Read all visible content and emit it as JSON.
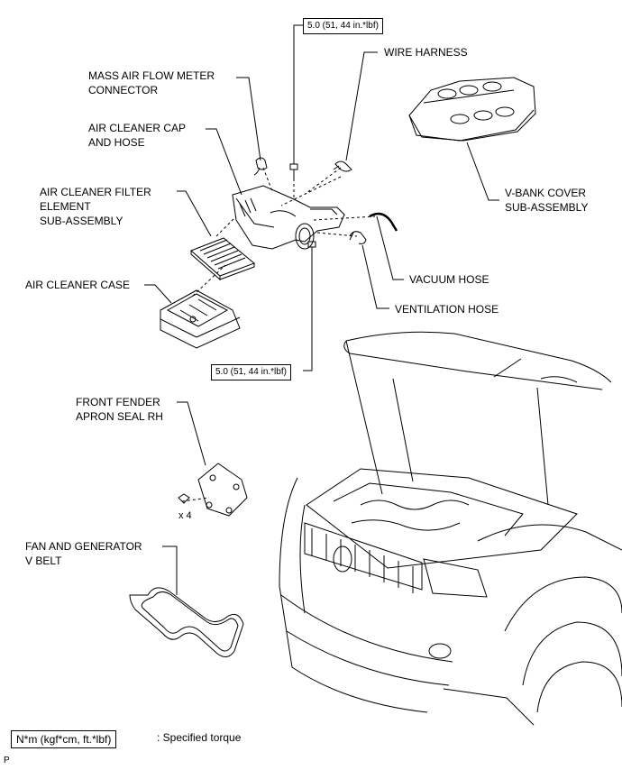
{
  "labels": {
    "mass_air_flow_meter_connector": [
      "MASS AIR FLOW METER",
      "CONNECTOR"
    ],
    "air_cleaner_cap_and_hose": [
      "AIR CLEANER CAP",
      "AND HOSE"
    ],
    "air_cleaner_filter_element": [
      "AIR CLEANER FILTER",
      "ELEMENT",
      "SUB-ASSEMBLY"
    ],
    "air_cleaner_case": "AIR CLEANER CASE",
    "wire_harness": "WIRE HARNESS",
    "v_bank_cover": [
      "V-BANK COVER",
      "SUB-ASSEMBLY"
    ],
    "vacuum_hose": "VACUUM HOSE",
    "ventilation_hose": "VENTILATION HOSE",
    "front_fender_apron_seal": [
      "FRONT FENDER",
      "APRON SEAL RH"
    ],
    "fan_and_generator_v_belt": [
      "FAN AND GENERATOR",
      "V BELT"
    ]
  },
  "torque": {
    "top": "5.0 (51, 44 in.*lbf)",
    "bottom": "5.0 (51, 44 in.*lbf)"
  },
  "quantity": "x 4",
  "legend": {
    "box_text": "N*m (kgf*cm, ft.*lbf)",
    "description": ": Specified torque"
  },
  "corner_mark": "P"
}
